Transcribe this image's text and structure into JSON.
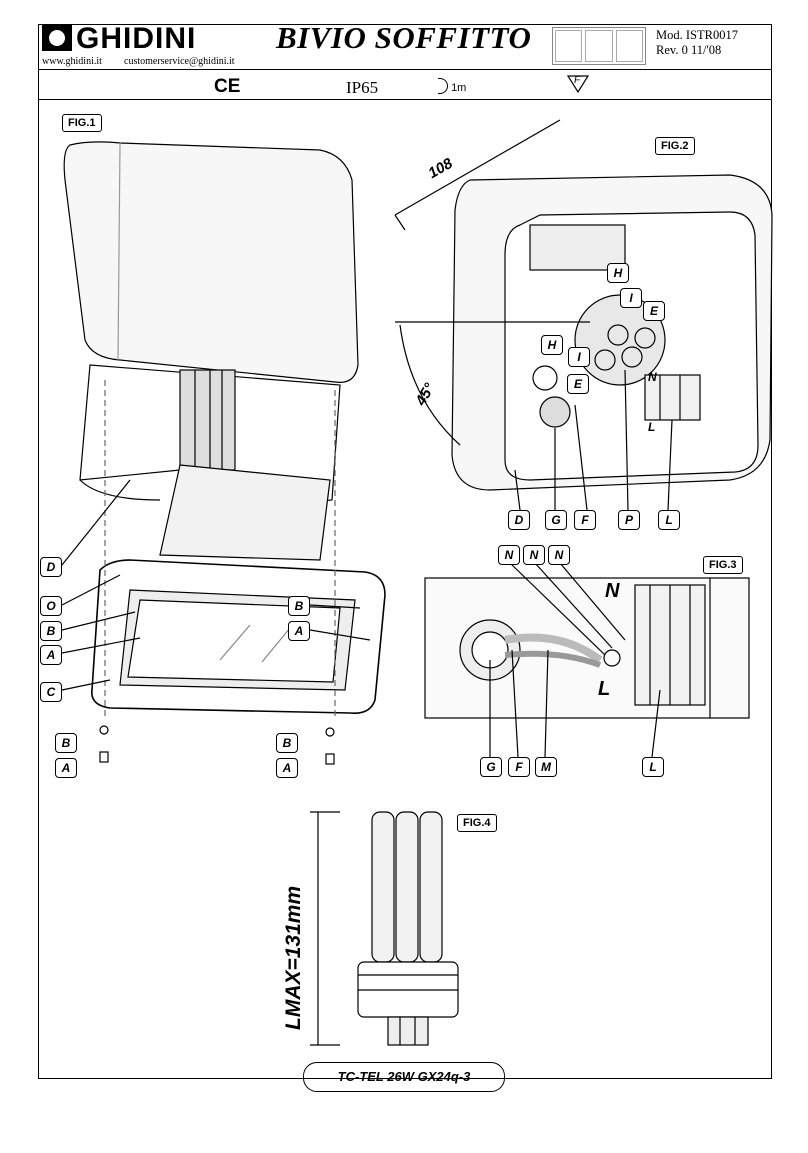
{
  "header": {
    "brand": "GHIDINI",
    "website": "www.ghidini.it",
    "email": "customerservice@ghidini.it",
    "title": "BIVIO SOFFITTO",
    "model": "Mod. ISTR0017",
    "revision": "Rev. 0  11/'08"
  },
  "marks": {
    "ce": "CE",
    "ip": "IP65",
    "distance": "1m",
    "f_mark": "F"
  },
  "figures": {
    "fig1": {
      "label": "FIG.1",
      "callouts": [
        "D",
        "O",
        "B",
        "A",
        "C",
        "B",
        "A",
        "B",
        "A",
        "B",
        "A"
      ]
    },
    "fig2": {
      "label": "FIG.2",
      "dim_length": "108",
      "dim_angle": "45°",
      "callouts": [
        "H",
        "I",
        "E",
        "H",
        "I",
        "E",
        "D",
        "G",
        "F",
        "P",
        "L"
      ],
      "terminal_labels": [
        "N",
        "L"
      ]
    },
    "fig3": {
      "label": "FIG.3",
      "callouts_top": [
        "N",
        "N",
        "N"
      ],
      "callouts_bottom": [
        "G",
        "F",
        "M",
        "L"
      ],
      "terminal_labels": [
        "N",
        "L"
      ]
    },
    "fig4": {
      "label": "FIG.4",
      "lmax": "LMAX=131mm",
      "lamp": "TC-TEL 26W GX24q-3"
    }
  }
}
